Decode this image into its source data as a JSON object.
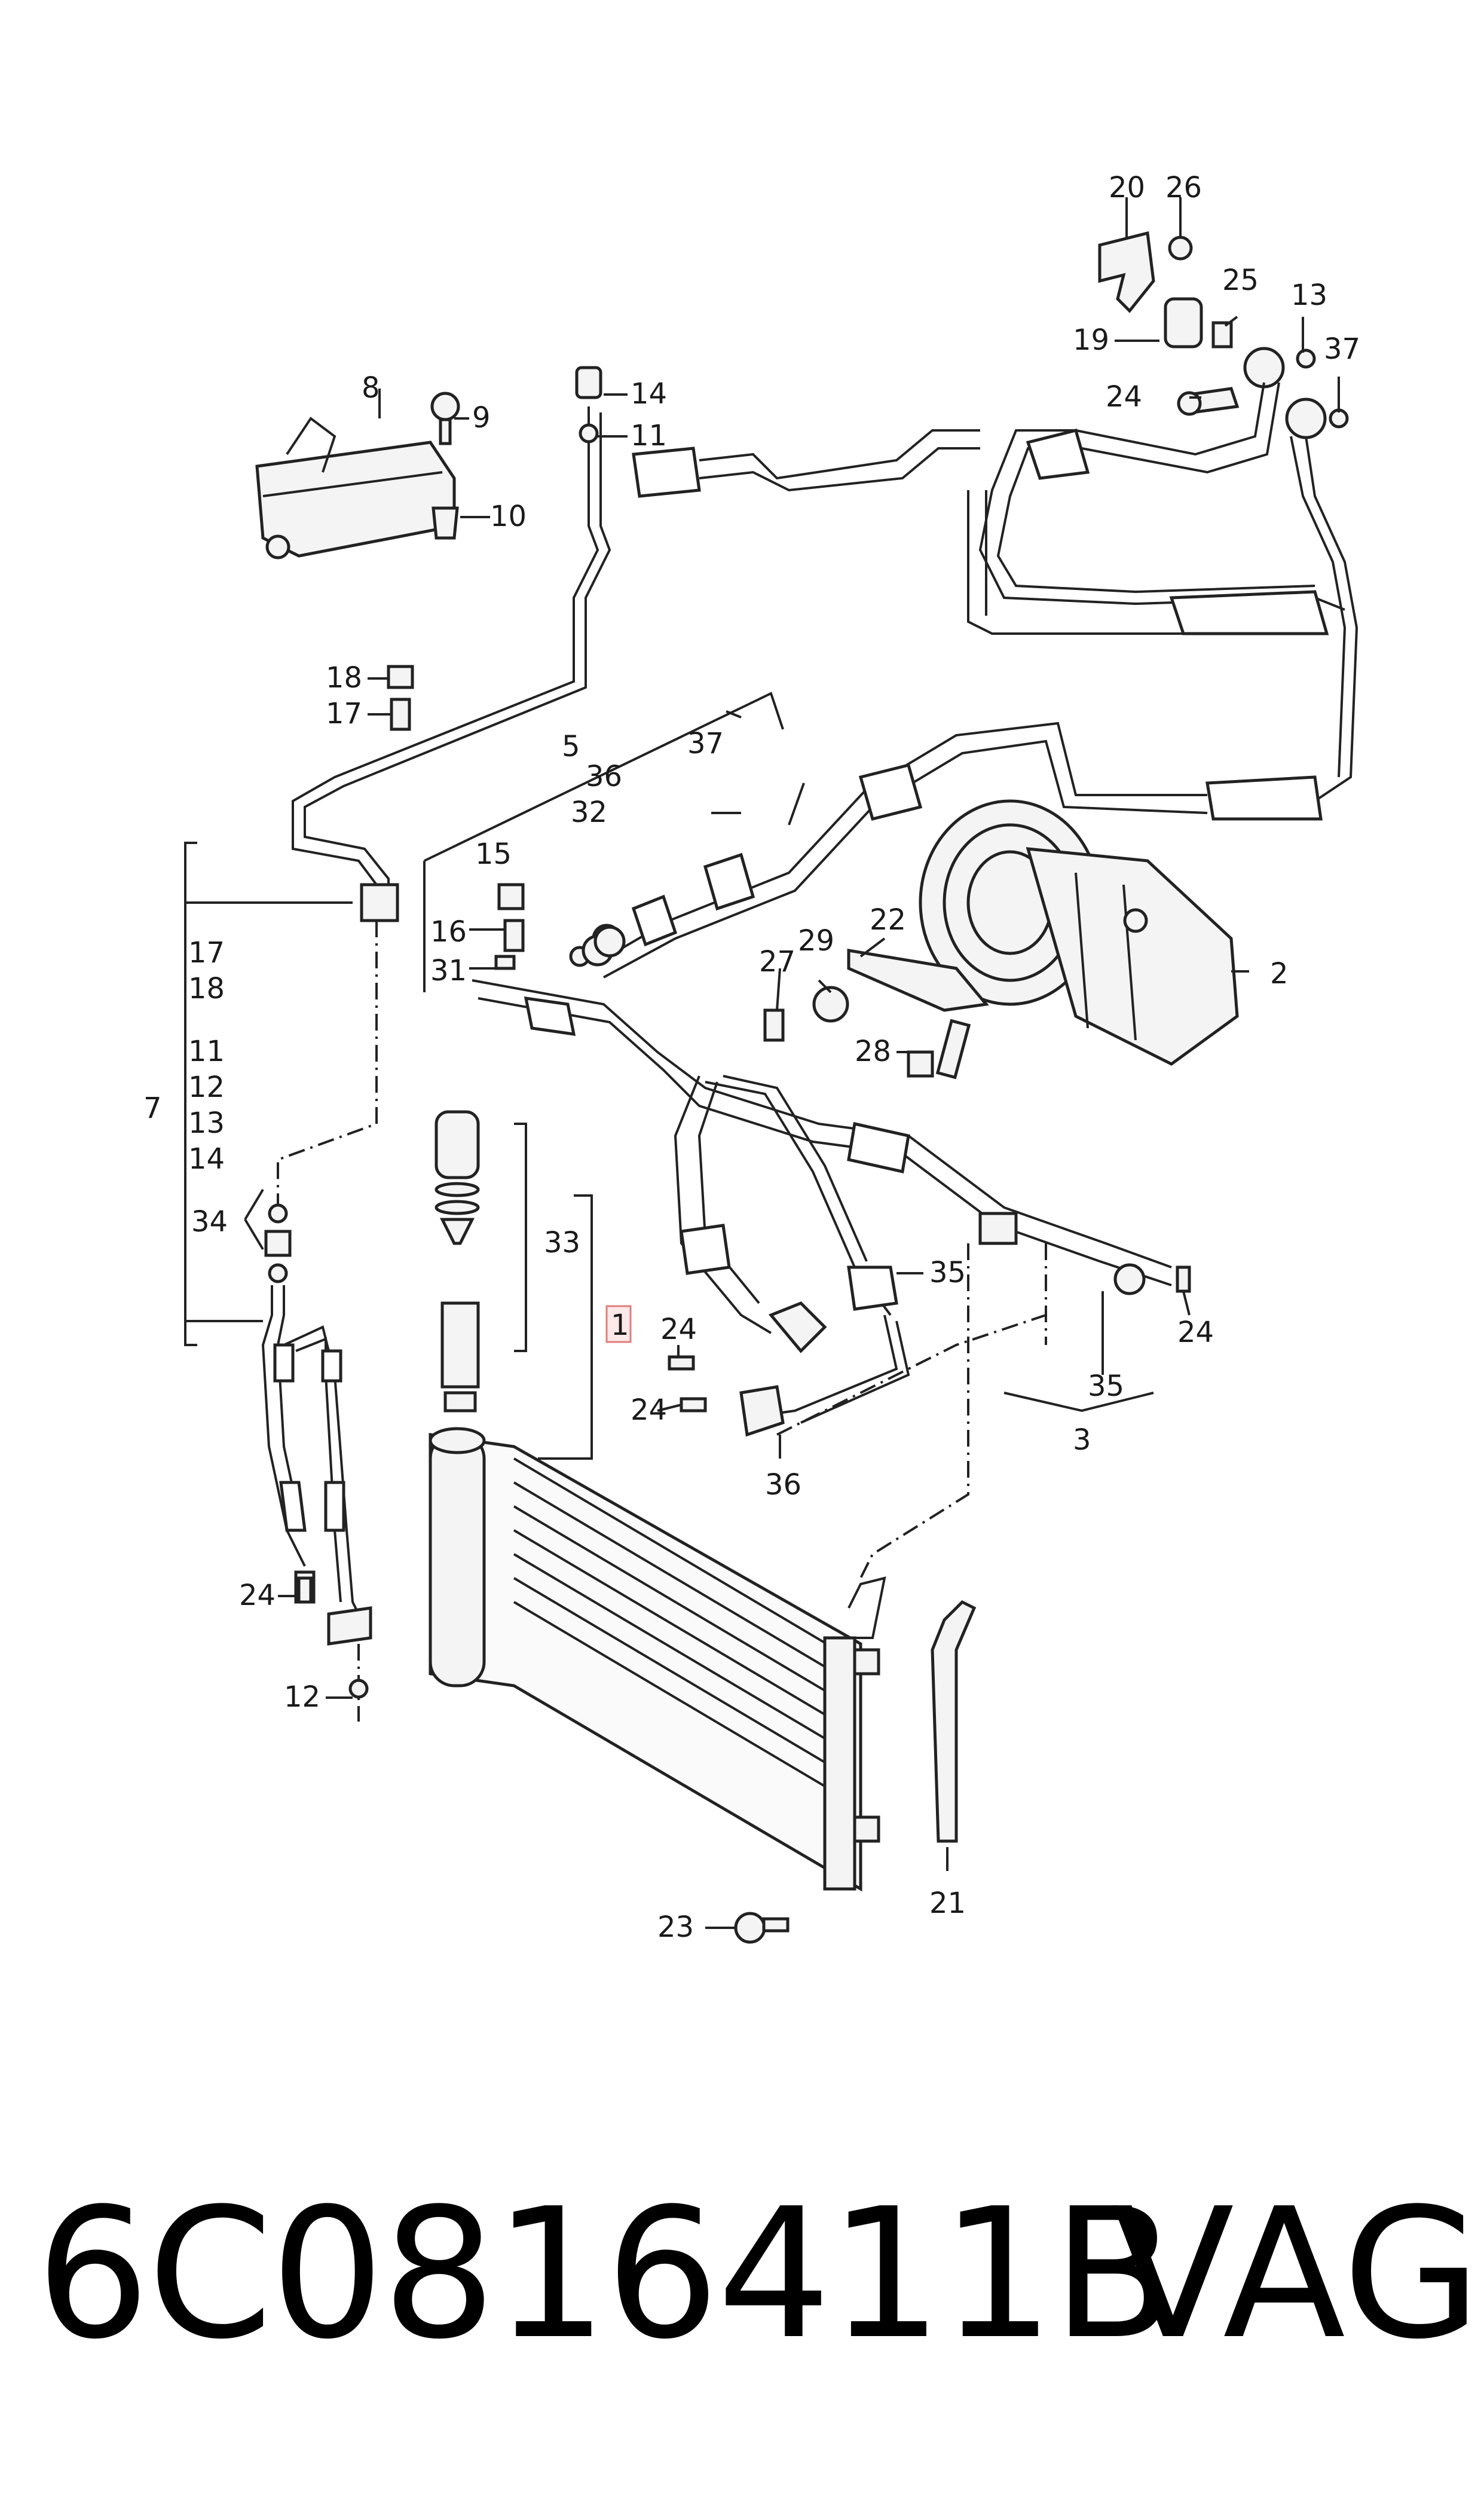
{
  "callouts": {
    "c1": "1",
    "c2": "2",
    "c3": "3",
    "c5": "5",
    "c7": "7",
    "c8": "8",
    "c9": "9",
    "c10": "10",
    "c11": "11",
    "c12": "12",
    "c13": "13",
    "c14": "14",
    "c15": "15",
    "c16": "16",
    "c17": "17",
    "c18": "18",
    "c19": "19",
    "c20": "20",
    "c21": "21",
    "c22": "22",
    "c23": "23",
    "c24": "24",
    "c25": "25",
    "c26": "26",
    "c27": "27",
    "c28": "28",
    "c29": "29",
    "c31": "31",
    "c32": "32",
    "c33": "33",
    "c34": "34",
    "c35": "35",
    "c36": "36",
    "c37": "37"
  },
  "footer": {
    "part_number": "6C0816411B",
    "brand": "VAG"
  }
}
